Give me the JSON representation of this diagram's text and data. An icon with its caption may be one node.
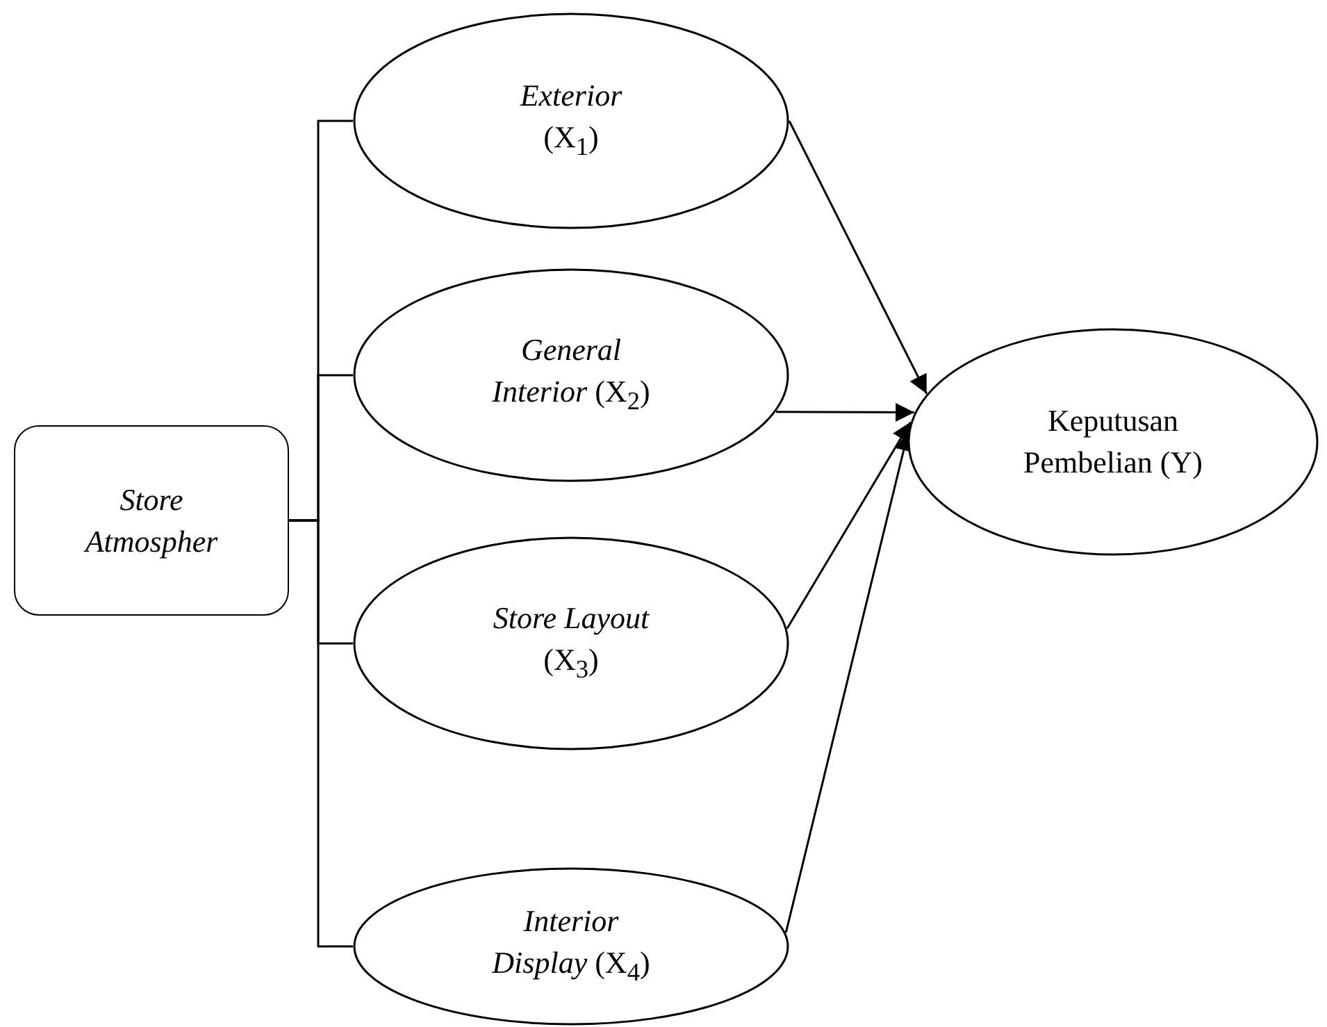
{
  "diagram": {
    "nodes": [
      {
        "text": [
          "Store Atmospher"
        ]
      },
      {
        "text": [
          "*Exterior* (X$_{1}$)"
        ]
      },
      {
        "text": [
          "*General Interior* (X$_{2}$)"
        ]
      },
      {
        "text": [
          "*Store Layout* (X$_{3}$)"
        ]
      },
      {
        "text": [
          "*Interior Display* (X$_{4}$)"
        ]
      },
      {
        "text": [
          "Keputusan Pembelian (Y)"
        ]
      }
    ],
    "edges": [
      {
        "from": 0,
        "to": 1,
        "arrow": "none"
      },
      {
        "from": 0,
        "to": 2,
        "arrow": "none"
      },
      {
        "from": 0,
        "to": 3,
        "arrow": "none"
      },
      {
        "from": 0,
        "to": 4,
        "arrow": "none"
      },
      {
        "from": 1,
        "to": 5,
        "arrow": "to"
      },
      {
        "from": 2,
        "to": 5,
        "arrow": "to"
      },
      {
        "from": 3,
        "to": 5,
        "arrow": "to"
      },
      {
        "from": 4,
        "to": 5,
        "arrow": "to"
      }
    ]
  }
}
